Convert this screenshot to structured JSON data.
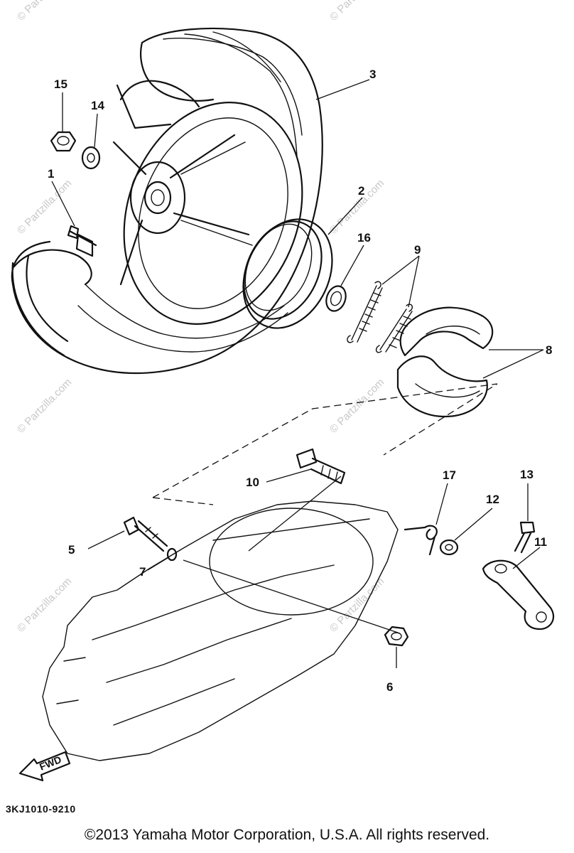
{
  "watermark": "© Partzilla.com",
  "diagram_code": "3KJ1010-9210",
  "copyright": "©2013  Yamaha Motor Corporation, U.S.A. All rights reserved.",
  "fwd_label": "FWD",
  "callouts": {
    "c1": "1",
    "c2": "2",
    "c3": "3",
    "c5": "5",
    "c6": "6",
    "c7": "7",
    "c8": "8",
    "c9": "9",
    "c10": "10",
    "c11": "11",
    "c12": "12",
    "c13": "13",
    "c14": "14",
    "c15": "15",
    "c16": "16",
    "c17": "17"
  }
}
